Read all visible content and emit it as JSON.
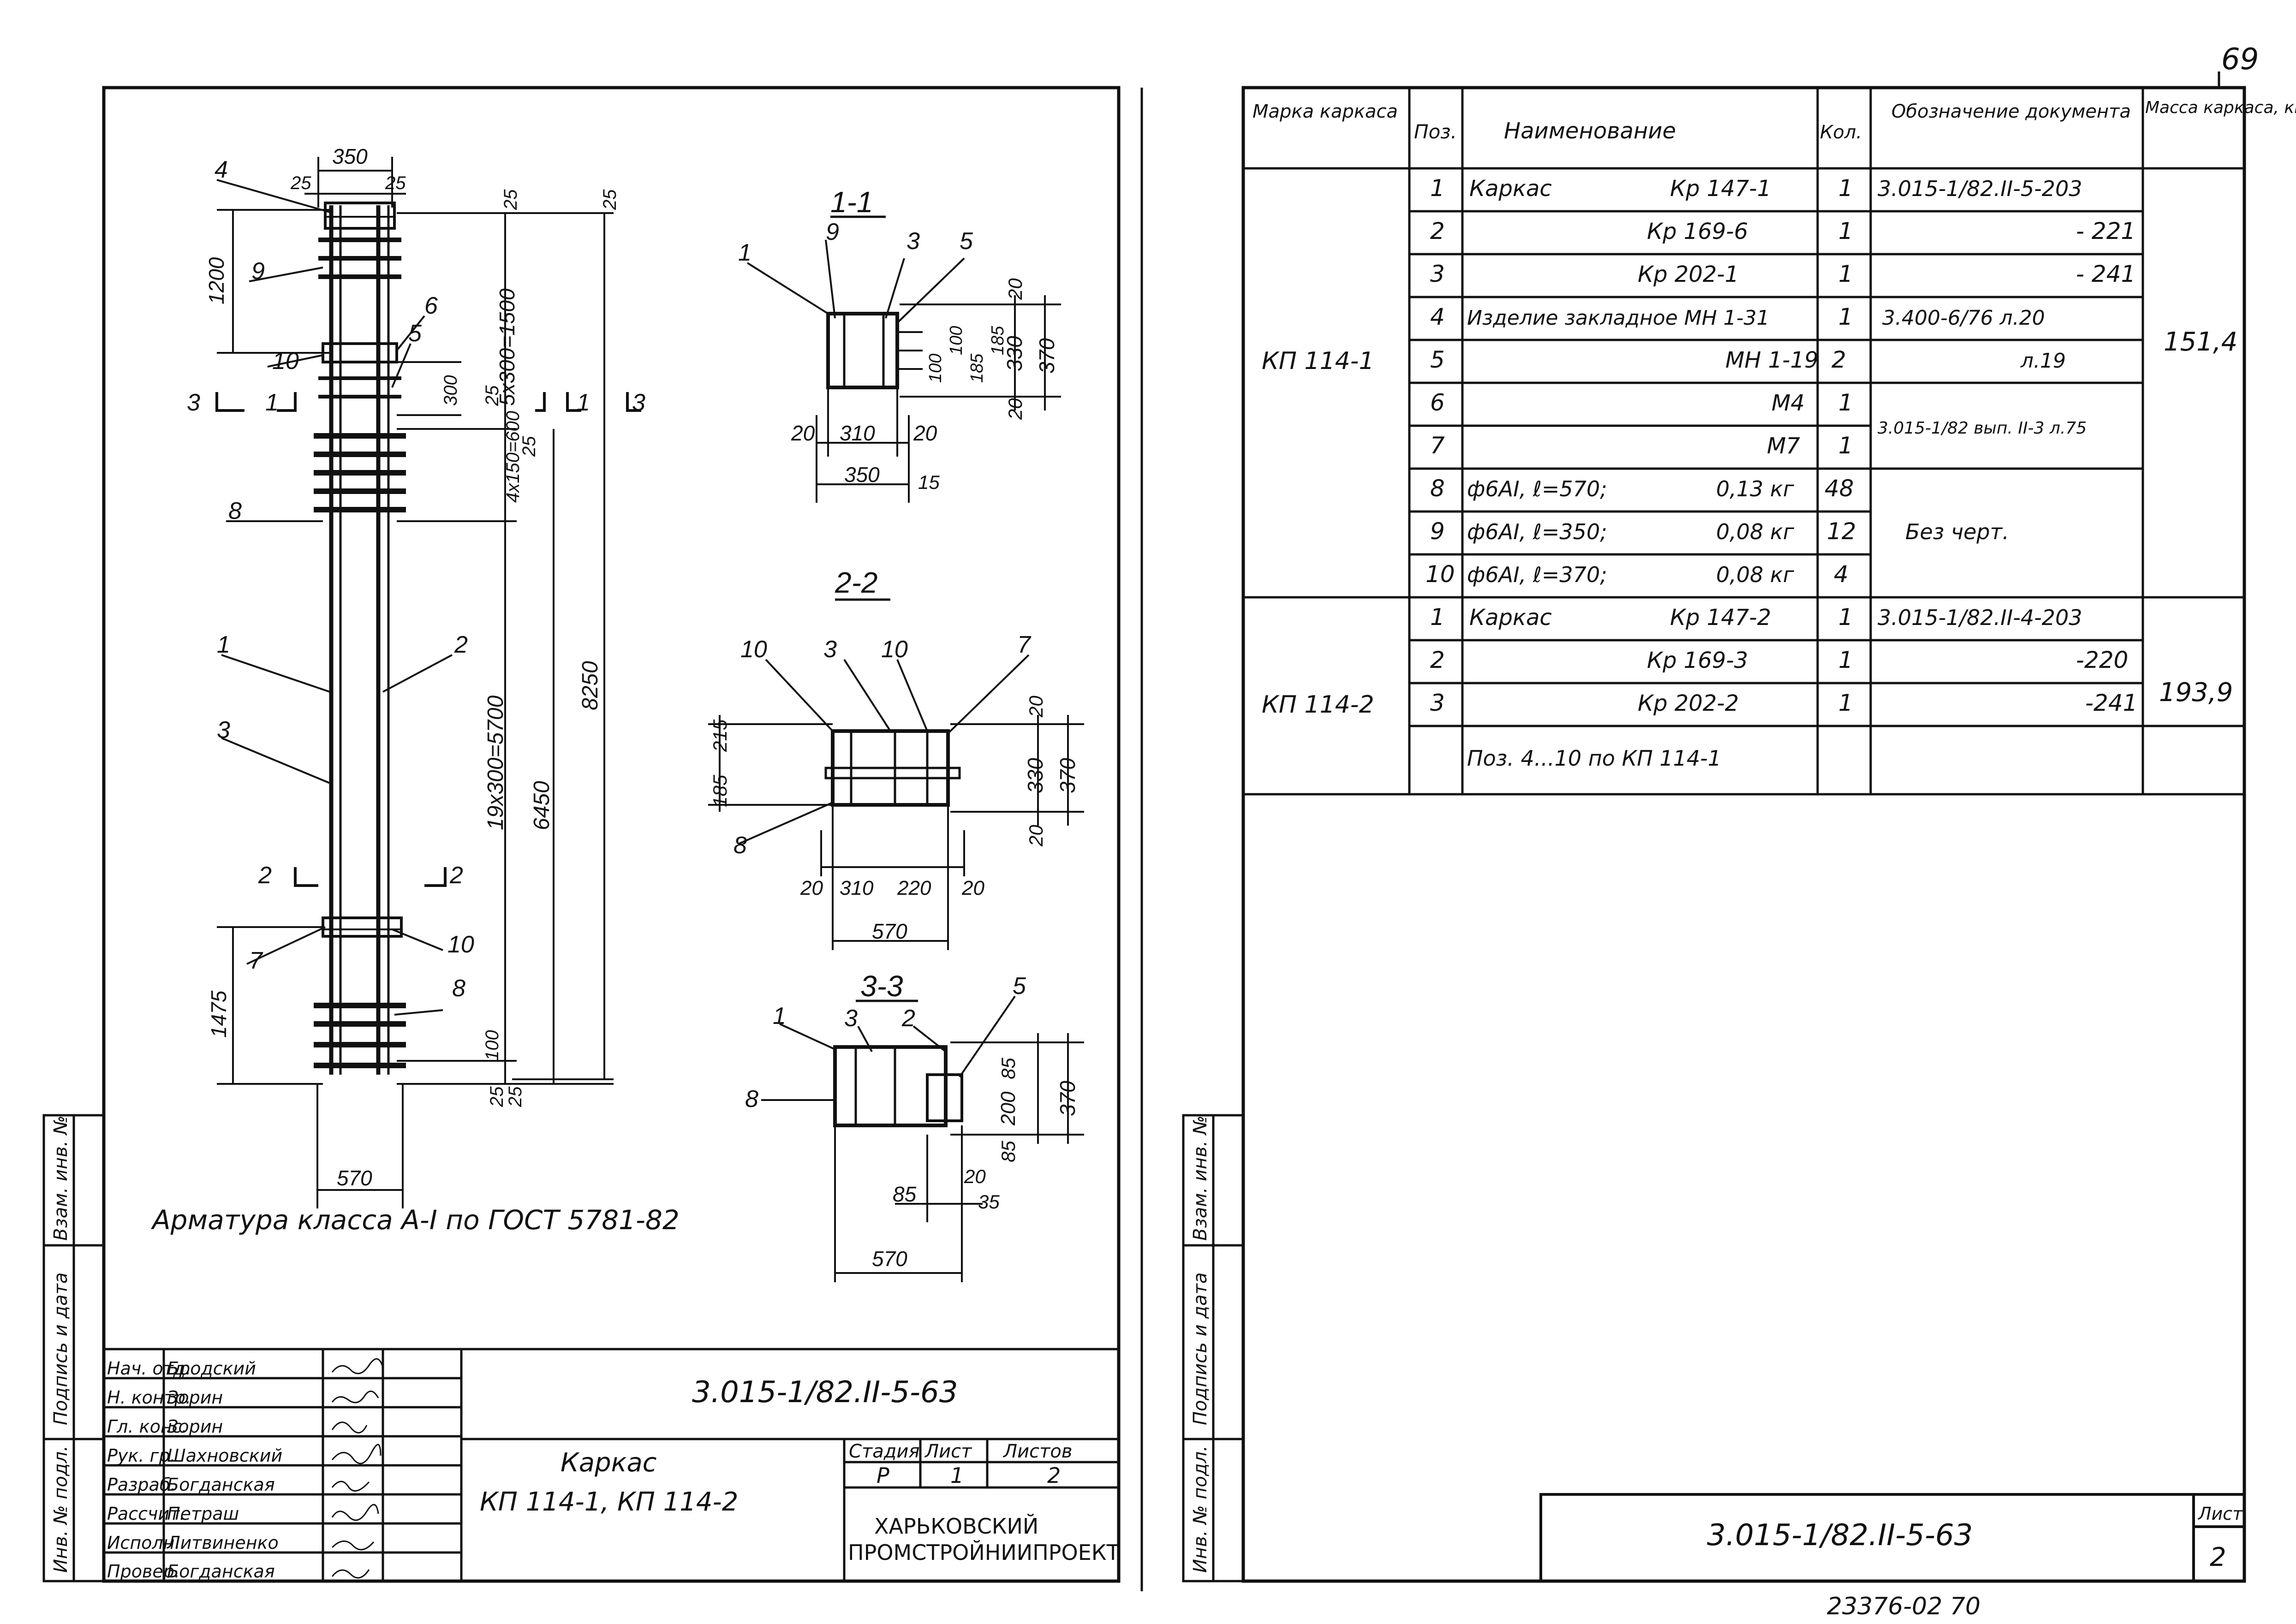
{
  "page_number": "69",
  "bottom_code": "23376-02 70",
  "drawing": {
    "note": "Арматура класса А-I по ГОСТ 5781-82",
    "section_labels": {
      "s11": "1-1",
      "s22": "2-2",
      "s33": "3-3"
    },
    "elevation_dims": [
      "350",
      "25",
      "25",
      "25",
      "25",
      "1200",
      "5х300=1500",
      "300",
      "25",
      "25",
      "4х150=600",
      "8250",
      "19х300=5700",
      "6450",
      "1475",
      "100",
      "25",
      "25",
      "570"
    ],
    "elevation_callouts": [
      "4",
      "9",
      "6",
      "10",
      "5",
      "8",
      "1",
      "2",
      "3",
      "7",
      "10",
      "8"
    ],
    "cut_marks": {
      "c1": "1",
      "c2": "2",
      "c3": "3"
    },
    "s11_dims": [
      "20",
      "310",
      "20",
      "350",
      "15",
      "20",
      "330",
      "20",
      "370",
      "100",
      "100",
      "185",
      "185"
    ],
    "s11_callouts": [
      "1",
      "9",
      "3",
      "5"
    ],
    "s22_dims": [
      "20",
      "310",
      "220",
      "20",
      "570",
      "20",
      "330",
      "20",
      "370",
      "185",
      "215"
    ],
    "s22_callouts": [
      "10",
      "3",
      "10",
      "7",
      "8"
    ],
    "s33_dims": [
      "85",
      "200",
      "85",
      "370",
      "85",
      "20",
      "35",
      "570"
    ],
    "s33_callouts": [
      "1",
      "3",
      "2",
      "5",
      "8"
    ]
  },
  "left_stamp": {
    "doc_code": "3.015-1/82.II-5-63",
    "title_line1": "Каркас",
    "title_line2": "КП 114-1, КП 114-2",
    "hdr_stage": "Стадия",
    "hdr_sheet": "Лист",
    "hdr_sheets": "Листов",
    "stage": "Р",
    "sheet": "1",
    "sheets": "2",
    "org_line1": "ХАРЬКОВСКИЙ",
    "org_line2": "ПРОМСТРОЙНИИПРОЕКТ",
    "roles": [
      {
        "role": "Нач. отд.",
        "name": "Бродский"
      },
      {
        "role": "Н. контр.",
        "name": "Зорин"
      },
      {
        "role": "Гл. конс.",
        "name": "Зорин"
      },
      {
        "role": "Рук. гр.",
        "name": "Шахновский"
      },
      {
        "role": "Разраб.",
        "name": "Богданская"
      },
      {
        "role": "Рассчит.",
        "name": "Петраш"
      },
      {
        "role": "Исполн.",
        "name": "Литвиненко"
      },
      {
        "role": "Провер.",
        "name": "Богданская"
      }
    ]
  },
  "side_labels": {
    "left": [
      "Инв. № подл.",
      "Подпись и дата",
      "Взам. инв. №"
    ],
    "right": [
      "Инв. № подл.",
      "Подпись и дата",
      "Взам. инв. №"
    ]
  },
  "spec_table": {
    "headers": [
      "Марка каркаса",
      "Поз.",
      "Наименование",
      "Кол.",
      "Обозначение документа",
      "Масса каркаса, кг"
    ],
    "groups": [
      {
        "mark": "КП 114-1",
        "mass": "151,4"
      },
      {
        "mark": "КП 114-2",
        "mass": "193,9"
      }
    ],
    "rows": [
      {
        "pos": "1",
        "name": "Каркас",
        "name2": "Кр 147-1",
        "qty": "1",
        "doc": "3.015-1/82.II-5-203"
      },
      {
        "pos": "2",
        "name": "",
        "name2": "Кр 169-6",
        "qty": "1",
        "doc": "- 221"
      },
      {
        "pos": "3",
        "name": "",
        "name2": "Кр 202-1",
        "qty": "1",
        "doc": "- 241"
      },
      {
        "pos": "4",
        "name": "Изделие закладное МН 1-31",
        "name2": "",
        "qty": "1",
        "doc": "3.400-6/76 л.20"
      },
      {
        "pos": "5",
        "name": "",
        "name2": "МН 1-19",
        "qty": "2",
        "doc": "л.19"
      },
      {
        "pos": "6",
        "name": "",
        "name2": "М4",
        "qty": "1",
        "doc": ""
      },
      {
        "pos": "7",
        "name": "",
        "name2": "М7",
        "qty": "1",
        "doc": "3.015-1/82 вып. II-3 л.75"
      },
      {
        "pos": "8",
        "name": "ф6АI, ℓ=570;",
        "name2": "0,13 кг",
        "qty": "48",
        "doc": ""
      },
      {
        "pos": "9",
        "name": "ф6АI, ℓ=350;",
        "name2": "0,08 кг",
        "qty": "12",
        "doc": "Без черт."
      },
      {
        "pos": "10",
        "name": "ф6АI, ℓ=370;",
        "name2": "0,08 кг",
        "qty": "4",
        "doc": ""
      },
      {
        "pos": "1",
        "name": "Каркас",
        "name2": "Кр 147-2",
        "qty": "1",
        "doc": "3.015-1/82.II-4-203"
      },
      {
        "pos": "2",
        "name": "",
        "name2": "Кр 169-3",
        "qty": "1",
        "doc": "-220"
      },
      {
        "pos": "3",
        "name": "",
        "name2": "Кр 202-2",
        "qty": "1",
        "doc": "-241"
      },
      {
        "pos": "",
        "name": "Поз. 4...10 по КП 114-1",
        "name2": "",
        "qty": "",
        "doc": ""
      }
    ]
  },
  "right_stamp": {
    "doc_code": "3.015-1/82.II-5-63",
    "sheet_label": "Лист",
    "sheet_value": "2"
  }
}
